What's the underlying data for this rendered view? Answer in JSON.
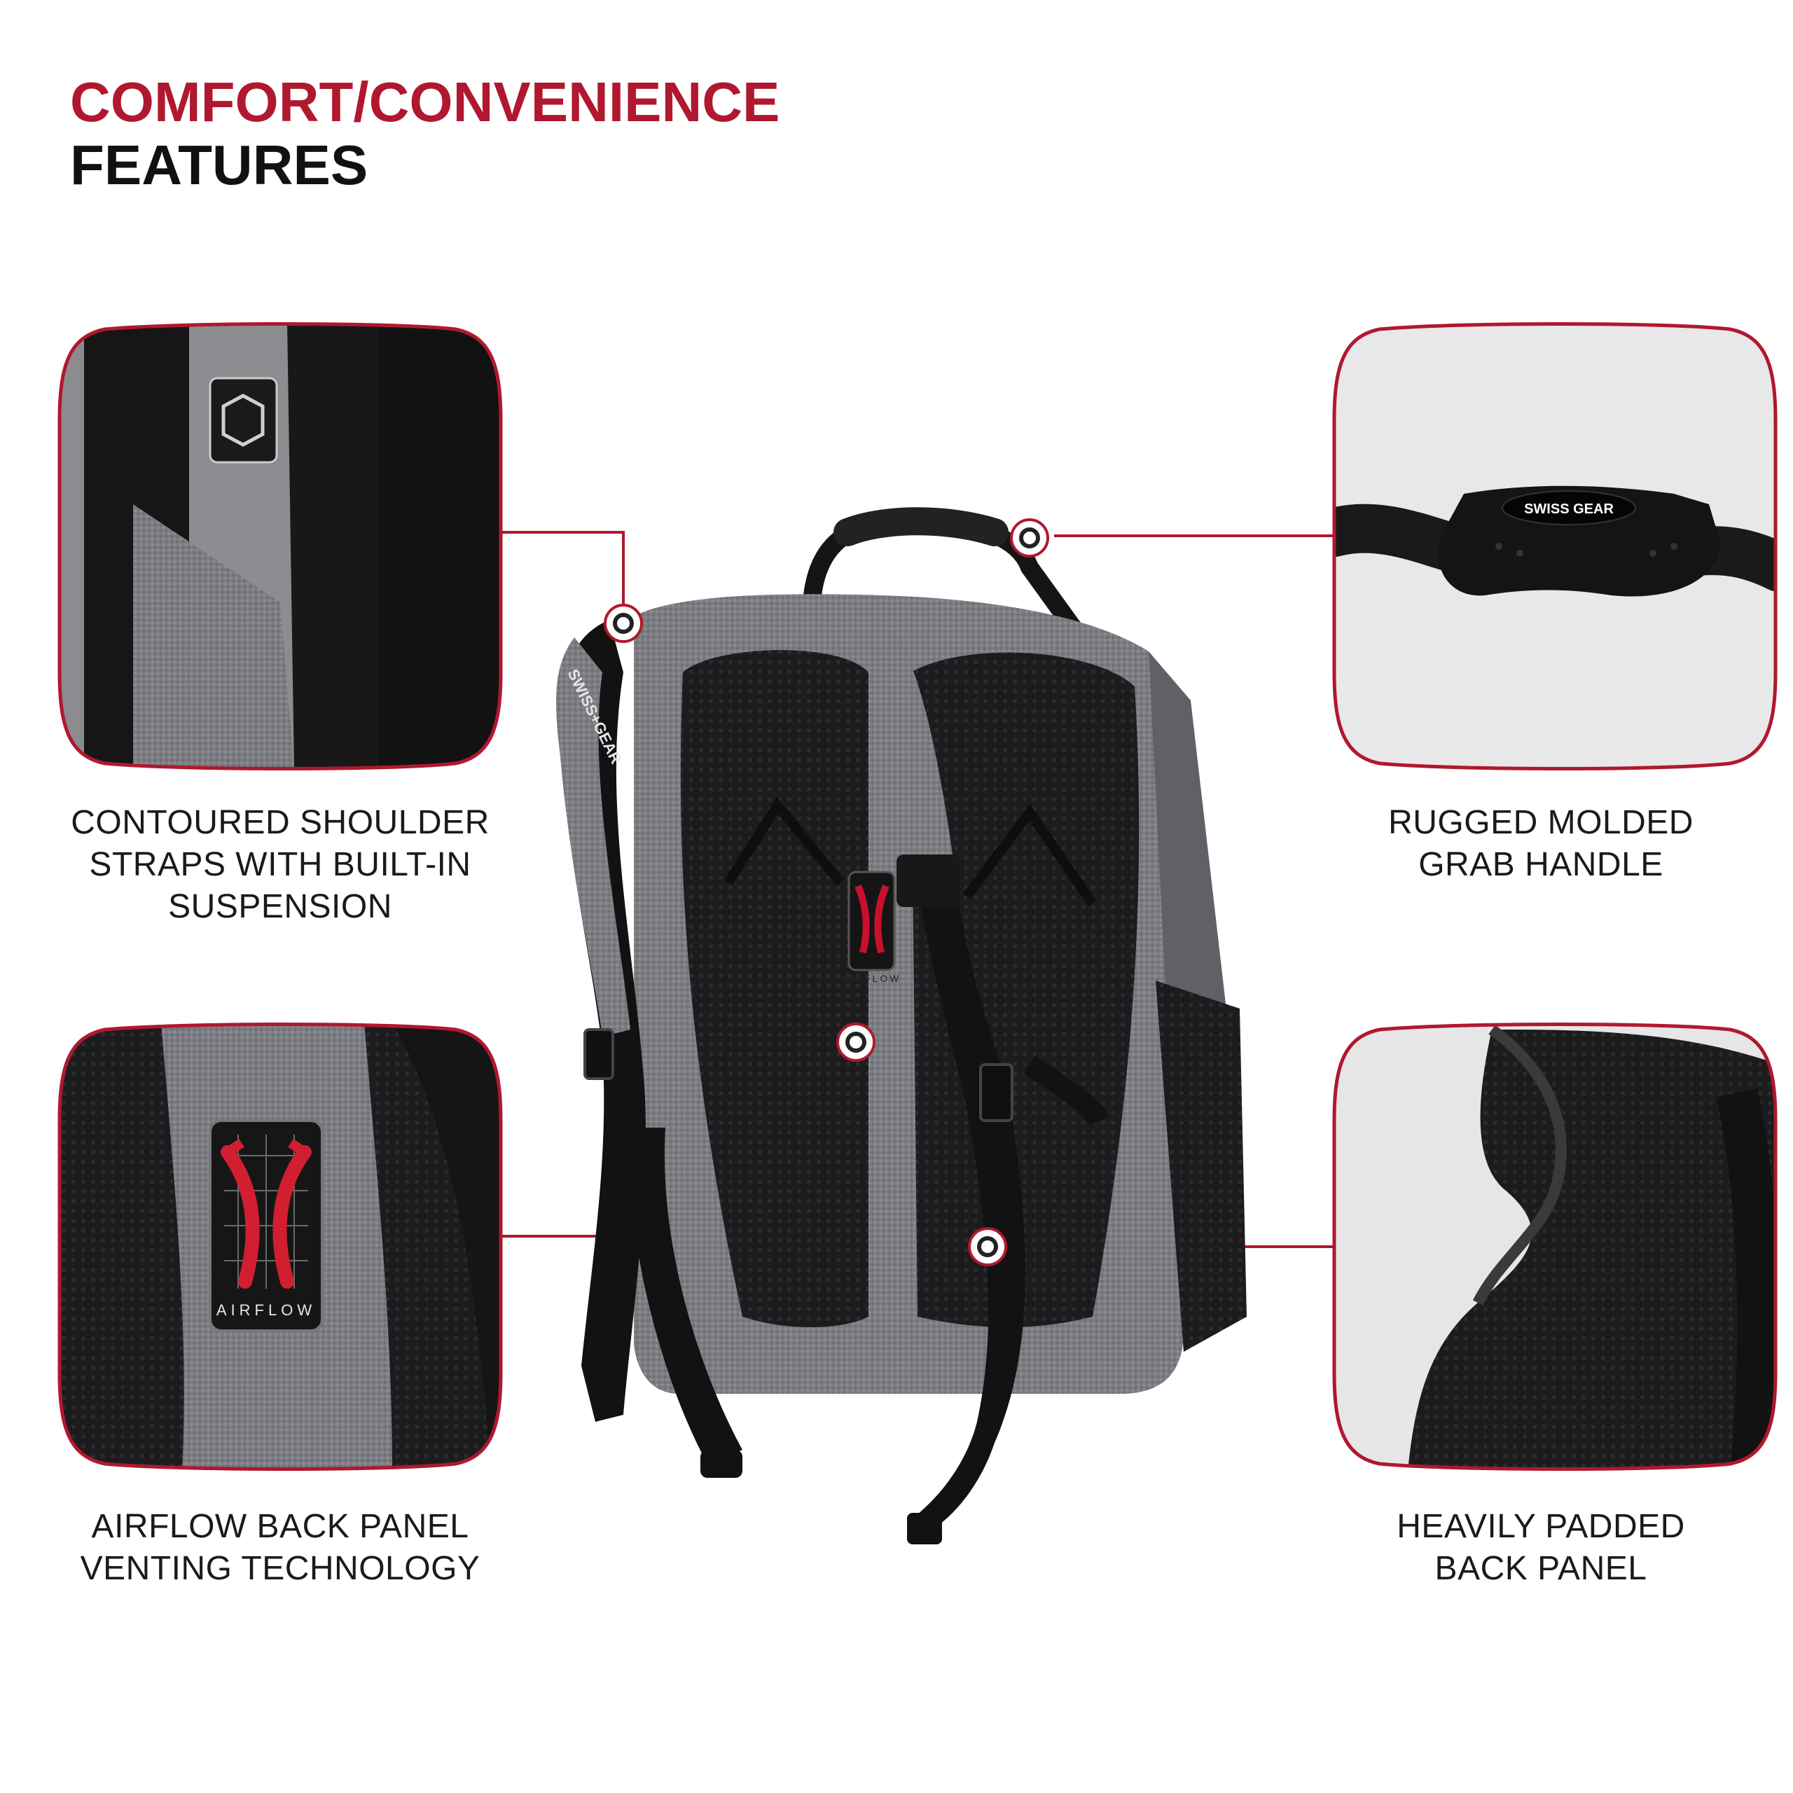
{
  "title": {
    "line1": "COMFORT/CONVENIENCE",
    "line2": "FEATURES"
  },
  "features": [
    {
      "id": "shoulder-straps",
      "lines": [
        "CONTOURED SHOULDER",
        "STRAPS WITH BUILT-IN",
        "SUSPENSION"
      ]
    },
    {
      "id": "grab-handle",
      "lines": [
        "RUGGED MOLDED",
        "GRAB HANDLE"
      ]
    },
    {
      "id": "airflow",
      "lines": [
        "AIRFLOW BACK PANEL",
        "VENTING TECHNOLOGY"
      ]
    },
    {
      "id": "back-panel",
      "lines": [
        "HEAVILY PADDED",
        "BACK PANEL"
      ]
    }
  ],
  "brand": {
    "logo": "SWISS GEAR",
    "airflow_badge": "AIRFLOW"
  },
  "colors": {
    "accent": "#b0182f",
    "text": "#1a1a1a",
    "fabric_gray": "#7d7f84",
    "mesh_black": "#1c1c1e"
  }
}
